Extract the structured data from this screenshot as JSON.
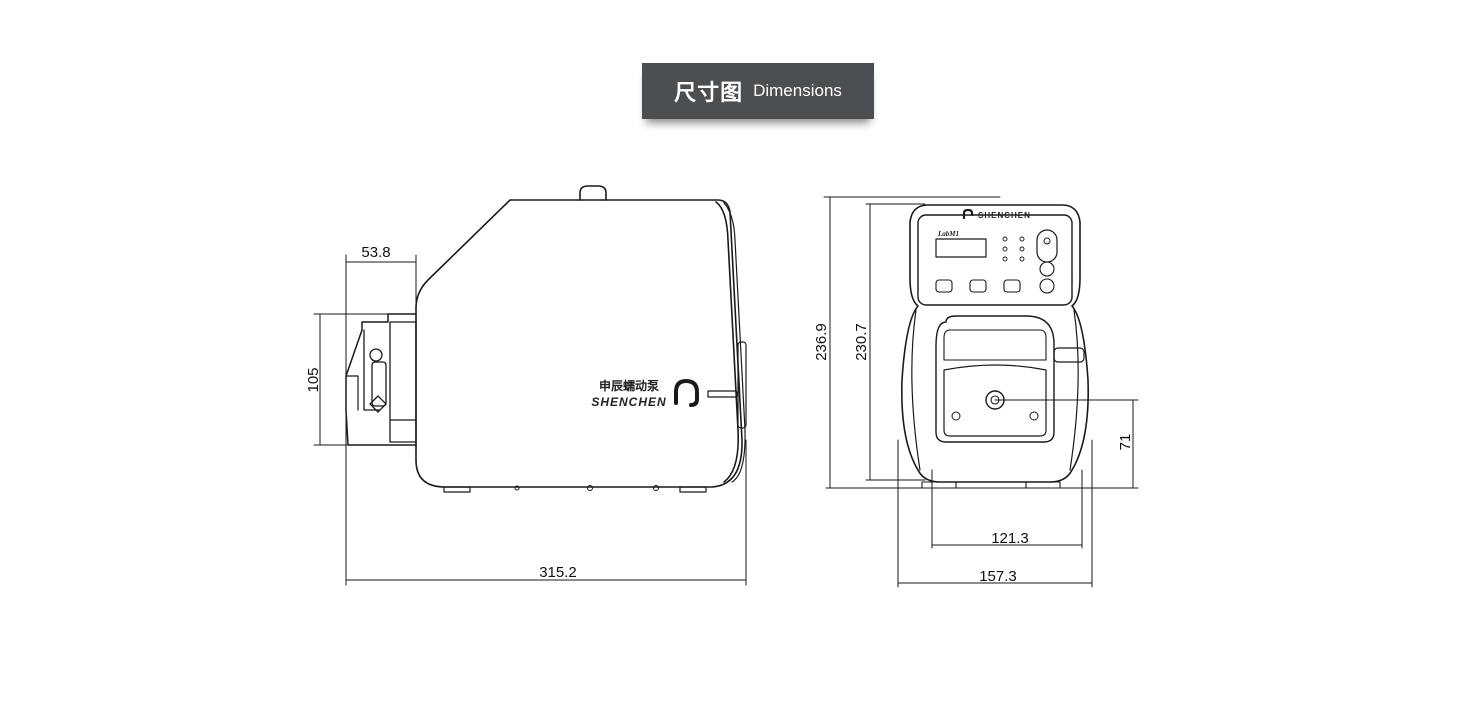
{
  "header": {
    "title_cn": "尺寸图",
    "title_en": "Dimensions"
  },
  "side_view": {
    "brand_cn": "申辰蠕动泵",
    "brand_en": "SHENCHEN",
    "dims": {
      "head_depth": "53.8",
      "head_height": "105",
      "total_length": "315.2"
    }
  },
  "front_view": {
    "brand": "SHENCHEN",
    "model": "LabM1",
    "dims": {
      "total_height": "236.9",
      "body_height": "230.7",
      "shaft_height": "71",
      "foot_width": "121.3",
      "total_width": "157.3"
    }
  }
}
